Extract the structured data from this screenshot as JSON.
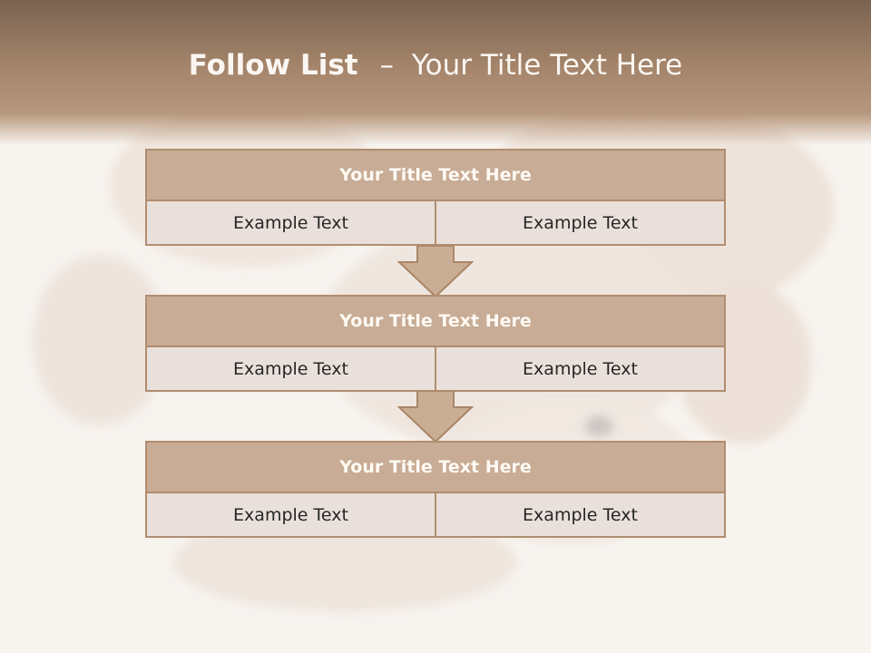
{
  "slide": {
    "title_bold": "Follow List",
    "title_dash": "–",
    "title_rest": "Your Title Text Here"
  },
  "steps": [
    {
      "title": "Your Title Text Here",
      "left": "Example Text",
      "right": "Example Text"
    },
    {
      "title": "Your Title Text Here",
      "left": "Example Text",
      "right": "Example Text"
    },
    {
      "title": "Your Title Text Here",
      "left": "Example Text",
      "right": "Example Text"
    }
  ],
  "colors": {
    "header": "#a3846a",
    "box_title_fill": "#c8ac95",
    "box_border": "#b18d70",
    "cell_fill": "#eae0db",
    "arrow_fill": "#c9ad95"
  }
}
